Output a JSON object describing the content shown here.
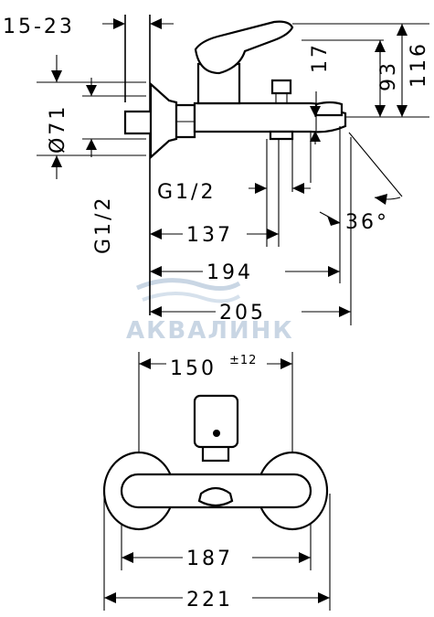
{
  "side_view": {
    "dimensions": {
      "connection_range": "15-23",
      "pipe_diameter": "Ø71",
      "inlet_thread": "G1/2",
      "outlet_thread": "G1/2",
      "outlet_height": "17",
      "spout_height": "93",
      "total_height": "116",
      "spout_angle": "36°",
      "depth_outlet": "137",
      "depth_spout": "194",
      "depth_total": "205"
    }
  },
  "front_view": {
    "dimensions": {
      "centre_distance": "150",
      "centre_tolerance": "±12",
      "plate_width": "187",
      "total_width": "221"
    }
  },
  "watermark": {
    "text": "АКВАЛИНК",
    "color": "#c9d6e4"
  }
}
